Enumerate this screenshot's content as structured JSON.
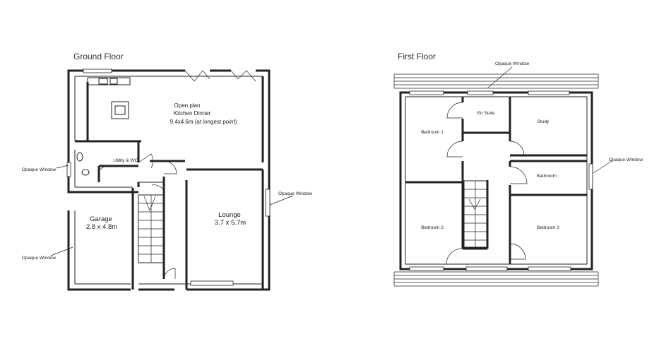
{
  "ground_floor": {
    "title": "Ground Floor",
    "kitchen": {
      "line1": "Open plan",
      "line2": "Kitchen Dinner",
      "line3": "9.4x4.6m (at longest point)"
    },
    "utility": "Utility & WC",
    "garage": {
      "name": "Garage",
      "size": "2.8 x 4.8m"
    },
    "lounge": {
      "name": "Lounge",
      "size": "3.7 x 5.7m"
    },
    "opaque_window_left": "Opaque Window",
    "opaque_window_lounge": "Opaque Window",
    "opaque_window_garage": "Opaque Window"
  },
  "first_floor": {
    "title": "First Floor",
    "opaque_window_top": "Opaque Window",
    "opaque_window_right": "Opaque Window",
    "bedroom1": "Bedroom 1",
    "ensuite": "En Suite",
    "study": "Study",
    "bathroom": "Bathroom",
    "bedroom2": "Bedroom 2",
    "bedroom3": "Bedroom 3"
  }
}
